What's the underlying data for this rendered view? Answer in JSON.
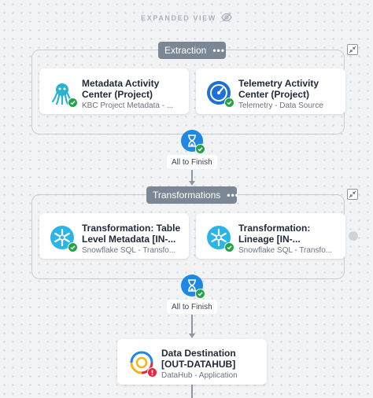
{
  "header": {
    "label": "EXPANDED VIEW",
    "icon": "eye-off-icon"
  },
  "phases": [
    {
      "label": "Extraction",
      "menu": "•••",
      "cards": [
        {
          "title_line1": "Metadata Activity",
          "title_line2": "Center (Project)",
          "subtitle": "KBC Project Metadata - ...",
          "icon": "octopus-icon"
        },
        {
          "title_line1": "Telemetry Activity",
          "title_line2": "Center (Project)",
          "subtitle": "Telemetry - Data Source",
          "icon": "gauge-icon"
        }
      ]
    },
    {
      "label": "Transformations",
      "menu": "•••",
      "cards": [
        {
          "title_line1": "Transformation: Table",
          "title_line2": "Level Metadata [IN-...",
          "subtitle": "Snowflake SQL - Transfo...",
          "icon": "snowflake-icon"
        },
        {
          "title_line1": "Transformation:",
          "title_line2": "Lineage [IN-...",
          "subtitle": "Snowflake SQL - Transfo...",
          "icon": "snowflake-icon"
        }
      ]
    }
  ],
  "conditions": [
    {
      "label": "All to Finish"
    },
    {
      "label": "All to Finish"
    }
  ],
  "destination": {
    "title_line1": "Data Destination",
    "title_line2": "[OUT-DATAHUB]",
    "subtitle": "DataHub - Application",
    "icon": "datahub-icon",
    "status": "error"
  },
  "colors": {
    "accent": "#1e88e5",
    "success": "#22a447",
    "error": "#e2293f",
    "phase_label_bg": "#7b8794"
  }
}
